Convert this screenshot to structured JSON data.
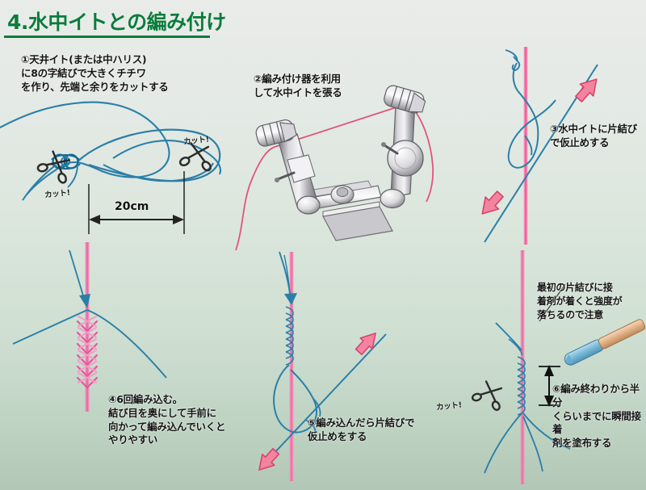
{
  "page": {
    "title": "4.水中イトとの編み付け",
    "background_top": "#e9ece9",
    "background_bottom": "#b2c7b6",
    "title_color": "#0a7c3c"
  },
  "colors": {
    "upper_line": "#2a7fa8",
    "under_line": "#f06ba0",
    "braid": "#e8559a",
    "arrow_fill": "#f4839f",
    "arrow_stroke": "#d8436c",
    "metal_light": "#efefef",
    "metal_dark": "#8d8d90",
    "applicator_blue": "#7ab9d8",
    "applicator_tan": "#e0b089"
  },
  "steps": [
    {
      "id": "step-1",
      "number": "①",
      "text": "①天井イト(または中ハリス)\nに8の字結びで大きくチチワ\nを作り、先端と余りをカットする"
    },
    {
      "id": "step-2",
      "number": "②",
      "text": "②編み付け器を利用\nして水中イトを張る"
    },
    {
      "id": "step-3",
      "number": "③",
      "text": "③水中イトに片結び\nで仮止めする"
    },
    {
      "id": "step-4",
      "number": "④",
      "text": "④6回編み込む。\n結び目を奥にして手前に\n向かって編み込んでいくと\nやりやすい"
    },
    {
      "id": "step-5",
      "number": "⑤",
      "text": "⑤編み込んだら片結びで\n仮止めをする"
    },
    {
      "id": "step-6",
      "number": "⑥",
      "text": "⑥編み終わりから半分\nくらいまでに瞬間接着\n剤を塗布する"
    }
  ],
  "note": {
    "text": "最初の片結びに接\n着剤が着くと強度が\n落ちるので注意"
  },
  "labels": {
    "cut_1": "カット!",
    "cut_2": "カット!",
    "cut_3": "カット!",
    "dimension": "20cm"
  },
  "icons": {
    "scissors_1": "scissors-icon",
    "scissors_2": "scissors-icon",
    "scissors_3": "scissors-icon",
    "braiding_tool": "braiding-tool-icon",
    "glue_applicator": "glue-applicator-icon",
    "arrow_up_3": "arrow-up-icon",
    "arrow_down_3": "arrow-down-icon",
    "arrow_up_5": "arrow-up-icon",
    "arrow_down_5": "arrow-down-icon",
    "dimension_arrow": "dimension-arrow-icon",
    "glue_range_arrow": "double-arrow-icon"
  }
}
